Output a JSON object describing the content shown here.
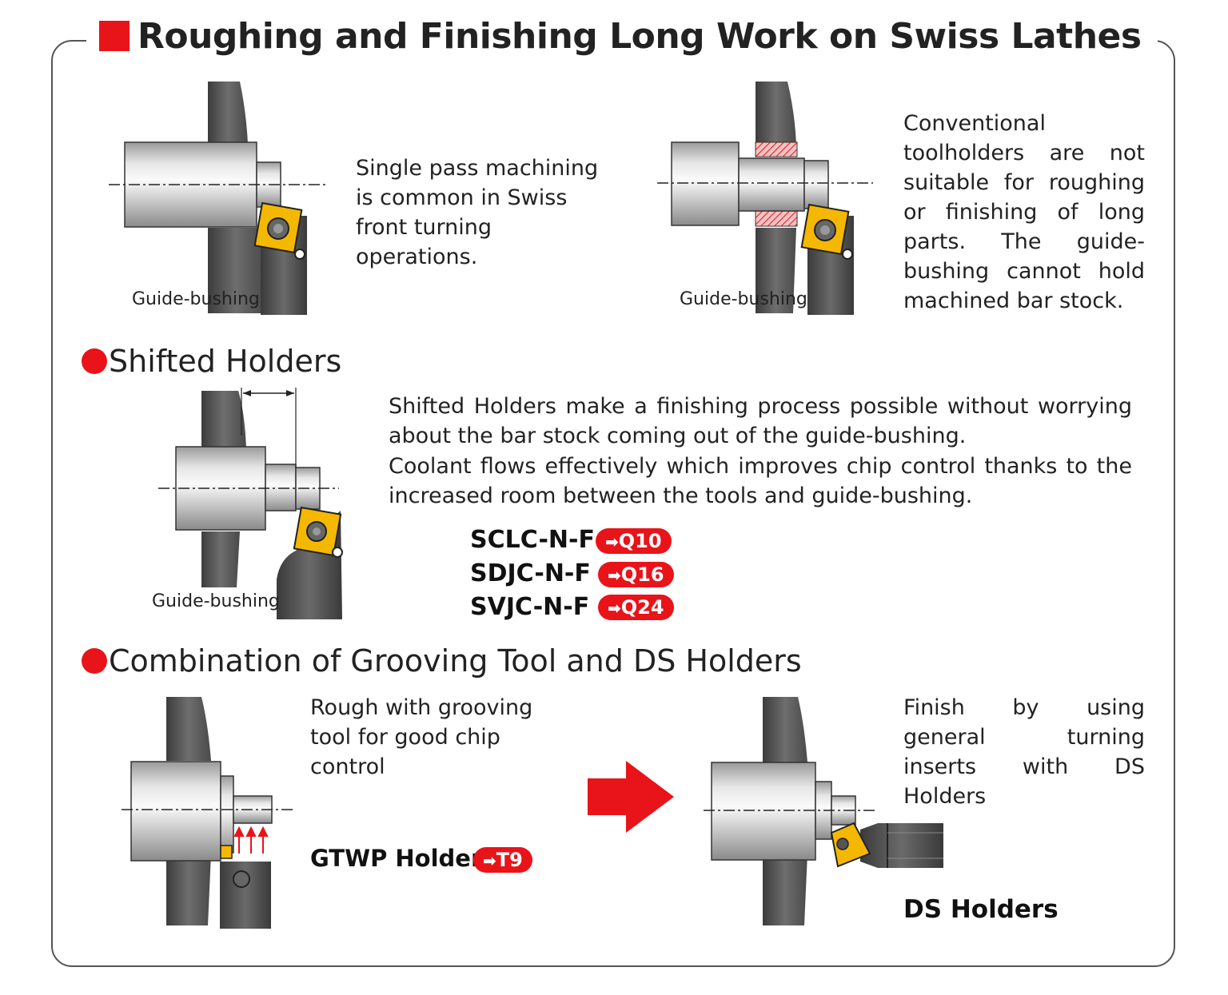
{
  "title": "Roughing and Finishing Long Work on Swiss Lathes",
  "top_left": {
    "label": "Guide-bushing",
    "text": "Single pass machining is common in Swiss front turning operations."
  },
  "top_right": {
    "label": "Guide-bushing",
    "text": "Conventional toolholders are not suitable for roughing or finishing of long parts. The guide-bushing cannot hold machined bar stock."
  },
  "shifted": {
    "heading": "Shifted Holders",
    "label": "Guide-bushing",
    "text1": "Shifted Holders make a finishing process possible without worrying about the bar stock coming out of the guide-bushing.",
    "text2": "Coolant flows effectively which improves chip control thanks to the increased room between the tools and guide-bushing.",
    "codes": [
      {
        "name": "SCLC-N-F",
        "ref": "Q10"
      },
      {
        "name": "SDJC-N-F",
        "ref": "Q16"
      },
      {
        "name": "SVJC-N-F",
        "ref": "Q24"
      }
    ]
  },
  "combination": {
    "heading": "Combination of Grooving Tool and DS Holders",
    "rough_text": "Rough with grooving tool for good chip control",
    "gtwp": {
      "name": "GTWP Holders",
      "ref": "T9"
    },
    "finish_text": "Finish by using general turning inserts with DS Holders",
    "ds_label": "DS Holders"
  },
  "colors": {
    "accent": "#e8141a",
    "insert": "#f5b800",
    "metal": "#c9c9c9",
    "bushing": "#5a5a5a"
  }
}
